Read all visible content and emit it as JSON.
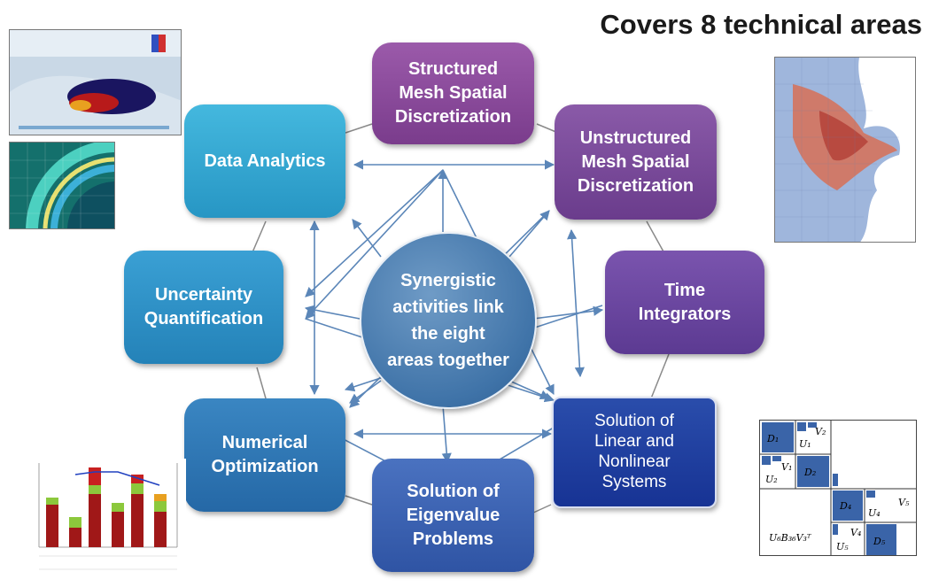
{
  "headline": "Covers 8 technical areas",
  "hub": {
    "label": "Synergistic\nactivities link\nthe eight\nareas together"
  },
  "areas": [
    {
      "id": "structured",
      "label": "Structured\nMesh Spatial\nDiscretization",
      "color": "#8a4a9a"
    },
    {
      "id": "unstructured",
      "label": "Unstructured\nMesh Spatial\nDiscretization",
      "color": "#7a4a98"
    },
    {
      "id": "time",
      "label": "Time\nIntegrators",
      "color": "#6a44a0"
    },
    {
      "id": "linear",
      "label": "Solution of\nLinear and\nNonlinear\nSystems",
      "color": "#1f3f9a"
    },
    {
      "id": "eigen",
      "label": "Solution of\nEigenvalue\nProblems",
      "color": "#3a62b2"
    },
    {
      "id": "optimization",
      "label": "Numerical\nOptimization",
      "color": "#2f78b5"
    },
    {
      "id": "uq",
      "label": "Uncertainty\nQuantification",
      "color": "#2d92c8"
    },
    {
      "id": "analytics",
      "label": "Data Analytics",
      "color": "#33a9d3"
    }
  ],
  "matrix_labels": {
    "d1": "D₁",
    "u1": "U₁",
    "v2": "V₂",
    "u2": "U₂",
    "v1": "V₁",
    "d2": "D₂",
    "d4": "D₄",
    "v5": "V₅",
    "u4": "U₄",
    "ubv": "U₆B₃₆V₃ᵀ",
    "v4": "V₄",
    "u5": "U₅",
    "d5": "D₅"
  },
  "colors": {
    "hub": "#3f73a8",
    "connector": "#5b86b8",
    "ring": "#8a8a8a"
  },
  "icons": {
    "ice-sheet": "ice-sheet-thumbnail",
    "mesh": "mesh-heatmap-thumbnail",
    "coastal": "coastal-mesh-thumbnail",
    "bar-chart": "timing-bar-chart-thumbnail",
    "matrix": "hierarchical-matrix-thumbnail"
  }
}
